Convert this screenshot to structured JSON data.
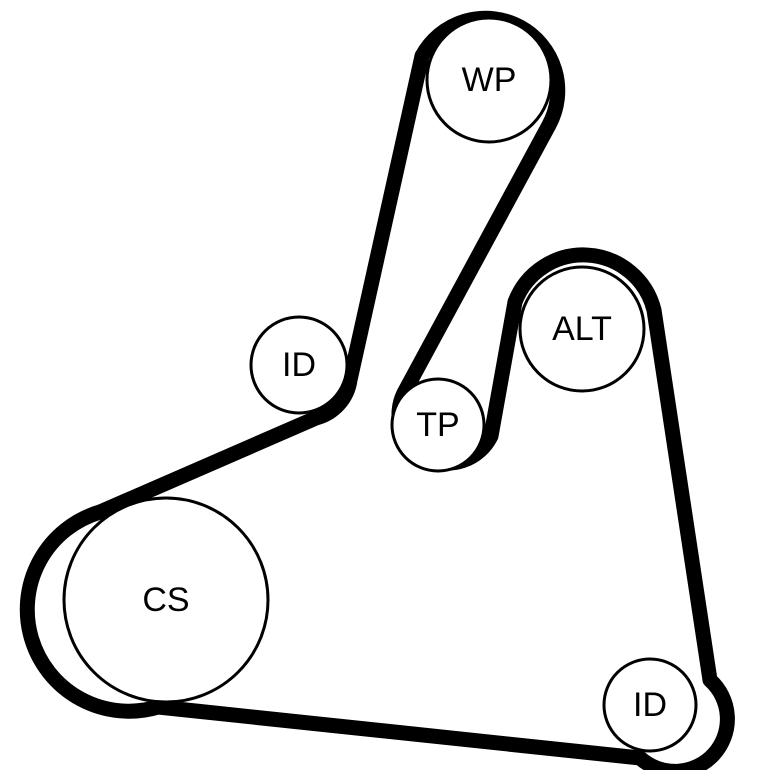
{
  "diagram": {
    "pulleys": [
      {
        "id": "wp",
        "label": "WP"
      },
      {
        "id": "id_upper",
        "label": "ID"
      },
      {
        "id": "tp",
        "label": "TP"
      },
      {
        "id": "alt",
        "label": "ALT"
      },
      {
        "id": "cs",
        "label": "CS"
      },
      {
        "id": "id_lower",
        "label": "ID"
      }
    ]
  }
}
